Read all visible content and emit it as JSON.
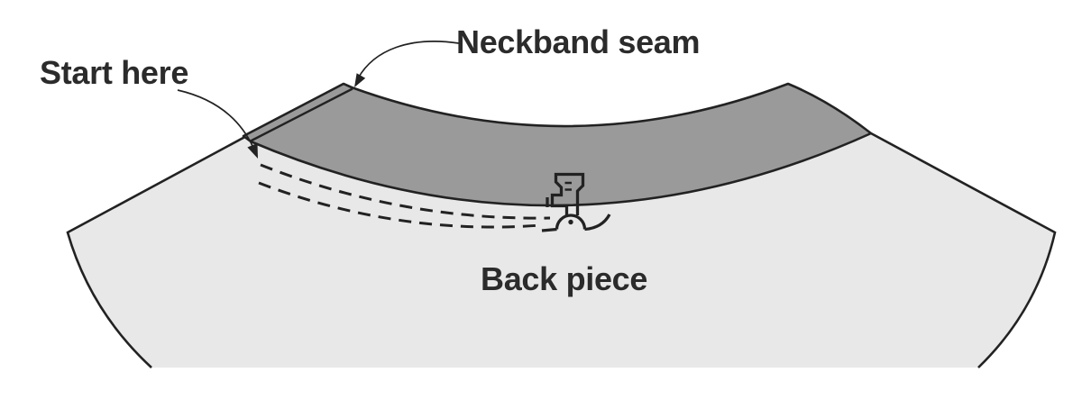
{
  "diagram": {
    "description": "Sewing diagram of a neckband stitched to the back piece of a garment",
    "labels": {
      "start_here": "Start here",
      "neckband_seam": "Neckband seam",
      "back_piece": "Back piece"
    },
    "icons": {
      "presser_foot": "presser-foot-icon"
    },
    "stitching": {
      "style": "double dashed stitch lines parallel to neckband lower edge"
    },
    "colors": {
      "background": "#ffffff",
      "back_piece_fill": "#e8e8e8",
      "neckband_fill": "#9a9a9a",
      "outline": "#222222",
      "text": "#2b2b2b"
    }
  }
}
